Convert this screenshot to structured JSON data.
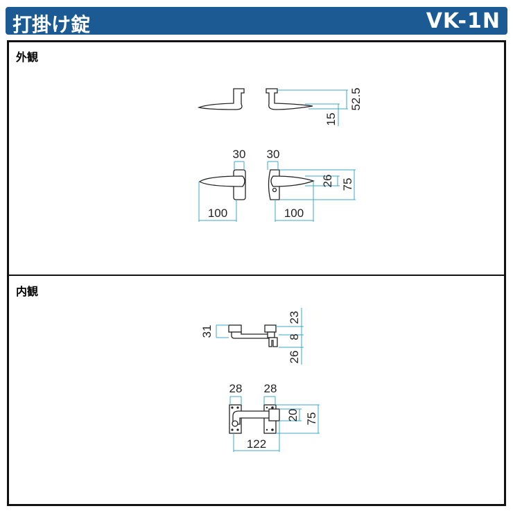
{
  "header": {
    "title": "打掛け錠",
    "model": "VK-1N"
  },
  "sections": {
    "exterior": {
      "label": "外観",
      "dims": {
        "height_total": "52.5",
        "blade_offset": "15",
        "rosette_width_left": "30",
        "rosette_width_right": "30",
        "length_left": "100",
        "length_right": "100",
        "blade_height": "26",
        "rosette_height": "75"
      }
    },
    "interior": {
      "label": "内観",
      "dims": {
        "depth": "31",
        "top": "23",
        "mid": "8",
        "bottom": "26",
        "plate_width_left": "28",
        "plate_width_right": "28",
        "overall_length": "122",
        "catch_height": "20",
        "plate_height": "75"
      }
    }
  },
  "colors": {
    "header": "#1b5a93",
    "dimension": "#3ba7c5"
  }
}
